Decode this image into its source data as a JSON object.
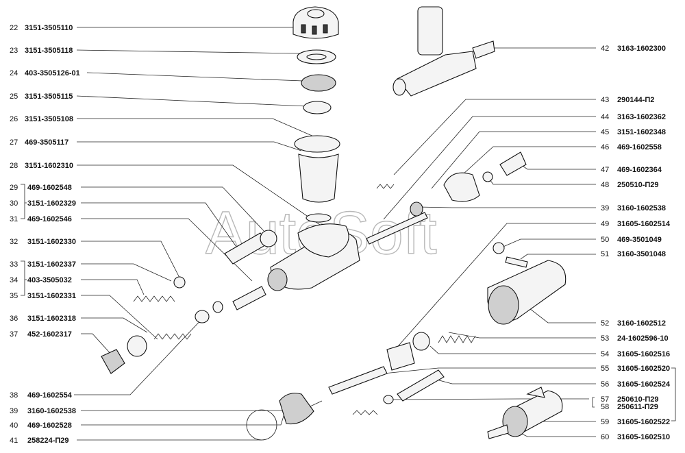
{
  "watermark": "AutoSoft",
  "left_labels": [
    {
      "num": "22",
      "code": "3151-3505110"
    },
    {
      "num": "23",
      "code": "3151-3505118"
    },
    {
      "num": "24",
      "code": "403-3505126-01"
    },
    {
      "num": "25",
      "code": "3151-3505115"
    },
    {
      "num": "26",
      "code": "3151-3505108"
    },
    {
      "num": "27",
      "code": "469-3505117"
    },
    {
      "num": "28",
      "code": "3151-1602310"
    },
    {
      "num": "29",
      "code": "469-1602548"
    },
    {
      "num": "30",
      "code": "3151-1602329"
    },
    {
      "num": "31",
      "code": "469-1602546"
    },
    {
      "num": "32",
      "code": "3151-1602330"
    },
    {
      "num": "33",
      "code": "3151-1602337"
    },
    {
      "num": "34",
      "code": "403-3505032"
    },
    {
      "num": "35",
      "code": "3151-1602331"
    },
    {
      "num": "36",
      "code": "3151-1602318"
    },
    {
      "num": "37",
      "code": "452-1602317"
    },
    {
      "num": "38",
      "code": "469-1602554"
    },
    {
      "num": "39",
      "code": "3160-1602538"
    },
    {
      "num": "40",
      "code": "469-1602528"
    },
    {
      "num": "41",
      "code": "258224-П29"
    }
  ],
  "right_labels": [
    {
      "num": "42",
      "code": "3163-1602300"
    },
    {
      "num": "43",
      "code": "290144-П2"
    },
    {
      "num": "44",
      "code": "3163-1602362"
    },
    {
      "num": "45",
      "code": "3151-1602348"
    },
    {
      "num": "46",
      "code": "469-1602558"
    },
    {
      "num": "47",
      "code": "469-1602364"
    },
    {
      "num": "48",
      "code": "250510-П29"
    },
    {
      "num": "39",
      "code": "3160-1602538"
    },
    {
      "num": "49",
      "code": "31605-1602514"
    },
    {
      "num": "50",
      "code": "469-3501049"
    },
    {
      "num": "51",
      "code": "3160-3501048"
    },
    {
      "num": "52",
      "code": "3160-1602512"
    },
    {
      "num": "53",
      "code": "24-1602596-10"
    },
    {
      "num": "54",
      "code": "31605-1602516"
    },
    {
      "num": "55",
      "code": "31605-1602520"
    },
    {
      "num": "56",
      "code": "31605-1602524"
    },
    {
      "num": "57",
      "code": "250610-П29"
    },
    {
      "num": "58",
      "code": "250611-П29"
    },
    {
      "num": "59",
      "code": "31605-1602522"
    },
    {
      "num": "60",
      "code": "31605-1602510"
    }
  ]
}
